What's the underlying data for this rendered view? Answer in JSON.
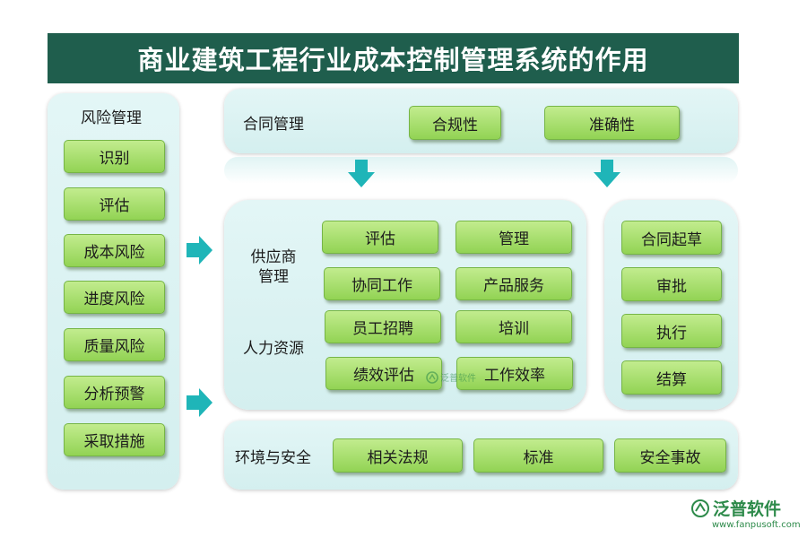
{
  "title": "商业建筑工程行业成本控制管理系统的作用",
  "risk": {
    "label": "风险管理",
    "items": [
      "识别",
      "评估",
      "成本风险",
      "进度风险",
      "质量风险",
      "分析预警",
      "采取措施"
    ]
  },
  "contract": {
    "label": "合同管理",
    "items": [
      "合规性",
      "准确性"
    ]
  },
  "supplier": {
    "label_line1": "供应商",
    "label_line2": "管理",
    "items": [
      "评估",
      "管理",
      "协同工作",
      "产品服务"
    ]
  },
  "hr": {
    "label": "人力资源",
    "items": [
      "员工招聘",
      "培训",
      "绩效评估",
      "工作效率"
    ]
  },
  "contract_flow": {
    "items": [
      "合同起草",
      "审批",
      "执行",
      "结算"
    ]
  },
  "env": {
    "label": "环境与安全",
    "items": [
      "相关法规",
      "标准",
      "安全事故"
    ]
  },
  "watermark": {
    "brand": "泛普软件",
    "url": "www.fanpusoft.com",
    "center_text": "泛普软件"
  },
  "colors": {
    "title_bg": "#1f5e4d",
    "panel_bg": "#d9f1f1",
    "button_green": "#a6df6a",
    "arrow_teal": "#1fb5b8"
  }
}
